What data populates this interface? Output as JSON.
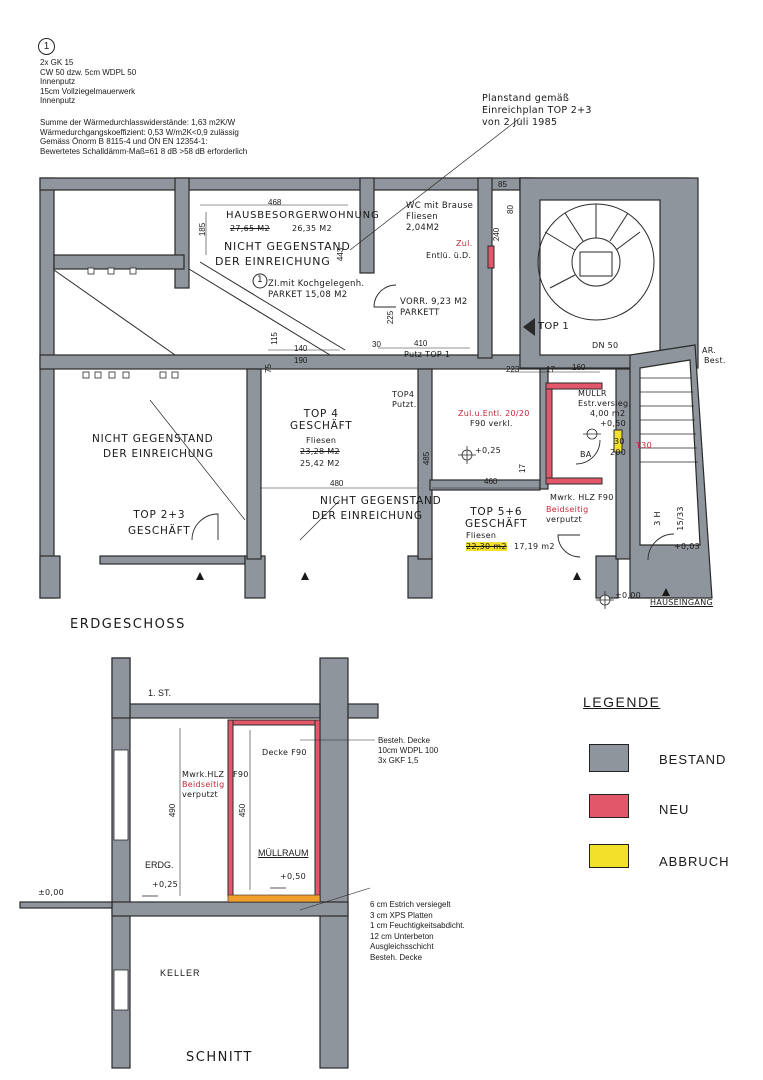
{
  "header": {
    "circle_number": "1",
    "wall_build": [
      "2x GK 15",
      "CW 50 dzw. 5cm WDPL 50",
      "Innenputz",
      "15cm Vollziegelmauerwerk",
      "Innenputz"
    ],
    "specs": [
      "Summe der Wärmedurchlasswiderstände: 1,63 m2K/W",
      "Wärmedurchgangskoeffizient: 0,53 W/m2K<0,9 zulässig",
      "Gemäss Önorm B 8115-4 und ÖN EN 12354-1:",
      "Bewertetes Schalldämm-Maß=61 8 dB >58 dB erforderlich"
    ],
    "plan_note": [
      "Planstand gemäß",
      "Einreichplan TOP 2+3",
      "von 2 Juli 1985"
    ]
  },
  "floor": {
    "title": "ERDGESCHOSS",
    "rooms": {
      "hausbesorger": "HAUSBESORGERWOHNUNG",
      "hausbesorger_old": "27,65 M2",
      "hausbesorger_new": "26,35 M2",
      "ngde_line1": "NICHT GEGENSTAND",
      "ngde_line2": "DER EINREICHUNG",
      "wc_line1": "WC mit Brause",
      "wc_line2": "Fliesen",
      "wc_area": "2,04M2",
      "zul": "Zul.",
      "entl": "Entlü. ü.D.",
      "zi_line1": "ZI.mit Kochgelegenh.",
      "zi_line2": "PARKET 15,08 M2",
      "vorr_line1": "VORR. 9,23 M2",
      "vorr_line2": "PARKETT",
      "top1": "TOP 1",
      "putz_top1": "Putz TOP 1",
      "top4_line1": "TOP 4",
      "top4_line2": "GESCHÄFT",
      "top4_line3": "Fliesen",
      "top4_old": "23,28 M2",
      "top4_new": "25,42 M2",
      "top4_putz1": "TOP4",
      "top4_putz2": "Putzt.",
      "top23_line1": "TOP 2+3",
      "top23_line2": "GESCHÄFT",
      "top56_line1": "TOP 5+6",
      "top56_line2": "GESCHÄFT",
      "top56_line3": "Fliesen",
      "top56_old": "22,30 m2",
      "top56_new": "17,19 m2",
      "zuluft": "Zul.u.Entl. 20/20",
      "f90": "F90 verkl.",
      "mullr": "MÜLLR",
      "estr": "Estr.versieg.",
      "mull_area": "4,00 m2",
      "mull_level": "+0,50",
      "t30": "T30",
      "door_30": "30",
      "door_200": "200",
      "ba": "BA",
      "mwrk": "Mwrk. HLZ F90",
      "beid1": "Beidseitig",
      "beid2": "verputzt",
      "dn50": "DN 50",
      "ar1": "AR.",
      "ar2": "Best.",
      "lvl_025": "+0,25",
      "lvl_000": "±0,00",
      "lvl_003": "+0,03",
      "hauseingang": "HAUSEINGANG",
      "stair_3h": "3 H",
      "stair_15": "15/33"
    },
    "dims": [
      "468",
      "185",
      "443",
      "85",
      "80",
      "240",
      "225",
      "115",
      "140",
      "190",
      "75",
      "30",
      "410",
      "223",
      "17",
      "160",
      "485",
      "480",
      "460",
      "17"
    ]
  },
  "section": {
    "title": "SCHNITT",
    "st": "1. ST.",
    "erdg": "ERDG.",
    "keller": "KELLER",
    "mullraum": "MÜLLRAUM",
    "decke_f90": "Decke F90",
    "mwrk1": "Mwrk.HLZ",
    "mwrk2": "F90",
    "mwrk3": "Beidseitig",
    "mwrk4": "verputzt",
    "dim_490": "490",
    "dim_450": "450",
    "lvl_025": "+0,25",
    "lvl_050": "+0,50",
    "lvl_000": "±0,00",
    "ceiling_note": [
      "Besteh. Decke",
      "10cm WDPL 100",
      "3x GKF 1,5"
    ],
    "floor_note": [
      "6 cm Estrich versiegelt",
      "3 cm XPS Platten",
      "1 cm Feuchtigkeitsabdicht.",
      "12 cm   Unterbeton",
      "Ausgleichsschicht",
      "Besteh. Decke"
    ]
  },
  "legend": {
    "title": "LEGENDE",
    "items": [
      {
        "label": "BESTAND",
        "color": "#8e959c"
      },
      {
        "label": "NEU",
        "color": "#e2586a"
      },
      {
        "label": "ABBRUCH",
        "color": "#f3e02a"
      }
    ]
  }
}
